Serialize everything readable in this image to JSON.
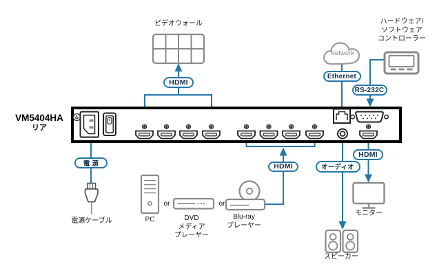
{
  "device": {
    "model": "VM5404HA",
    "view": "リア"
  },
  "pills": {
    "power": "電 源",
    "hdmi": "HDMI",
    "ethernet": "Ethernet",
    "rs232c": "RS-232C",
    "audio": "オーディオ"
  },
  "labels": {
    "video_wall": "ビデオウォール",
    "controller": [
      "ハードウェア/",
      "ソフトウェア",
      "コントローラー"
    ],
    "network": "Network",
    "power_cable": "電源ケーブル",
    "pc": "PC",
    "or": "or",
    "dvd": [
      "DVD",
      "メディア",
      "プレーヤー"
    ],
    "bluray": [
      "Blu-ray",
      "プレーヤー"
    ],
    "monitor": "モニター",
    "speakers": "スピーカー"
  },
  "colors": {
    "wire": "#2577A8",
    "pill_border": "#2577A8",
    "pill_text": "#13304F",
    "device_outline": "#8A8A8A",
    "panel_border": "#000000"
  }
}
